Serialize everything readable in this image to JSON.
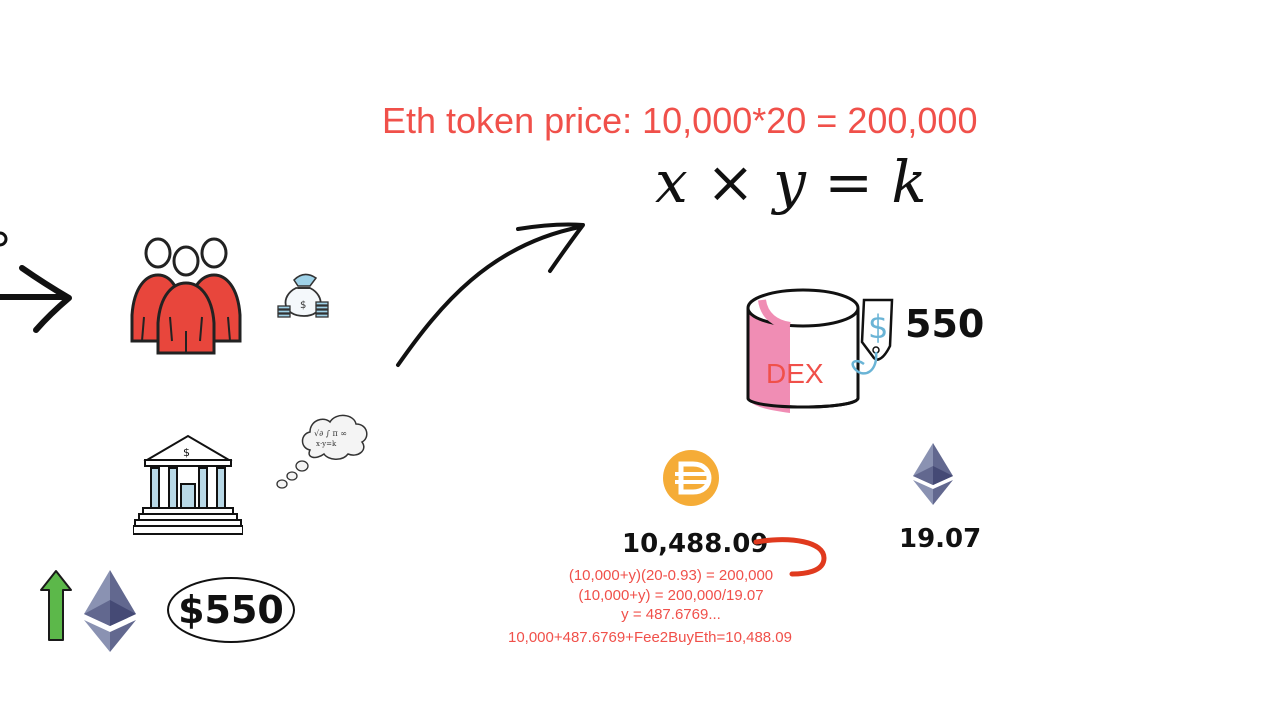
{
  "title": "Eth token price: 10,000*20 = 200,000",
  "formula": "x × y = k",
  "dex": {
    "label": "DEX",
    "price": "550"
  },
  "price_badge": "$550",
  "dai_amount": "10,488.09",
  "eth_amount": "19.07",
  "calculations": [
    "(10,000+y)(20-0.93) = 200,000",
    "(10,000+y) = 200,000/19.07",
    "y = 487.6769..."
  ],
  "final_calc": "10,000+487.6769+Fee2BuyEth=10,488.09",
  "icons": [
    "arrow-right-icon",
    "people-icon",
    "money-bag-icon",
    "curved-arrow-icon",
    "bank-icon",
    "thought-cloud-icon",
    "up-arrow-icon",
    "ethereum-icon",
    "dai-coin-icon",
    "price-tag-icon"
  ],
  "colors": {
    "accent_red": "#f0504a",
    "people_red": "#e8463c",
    "dex_pink": "#f08db4",
    "dai_gold": "#f5ac37",
    "eth_purple": "#8a92b2",
    "up_green": "#5cb84a",
    "tag_blue": "#6ab4d6"
  }
}
